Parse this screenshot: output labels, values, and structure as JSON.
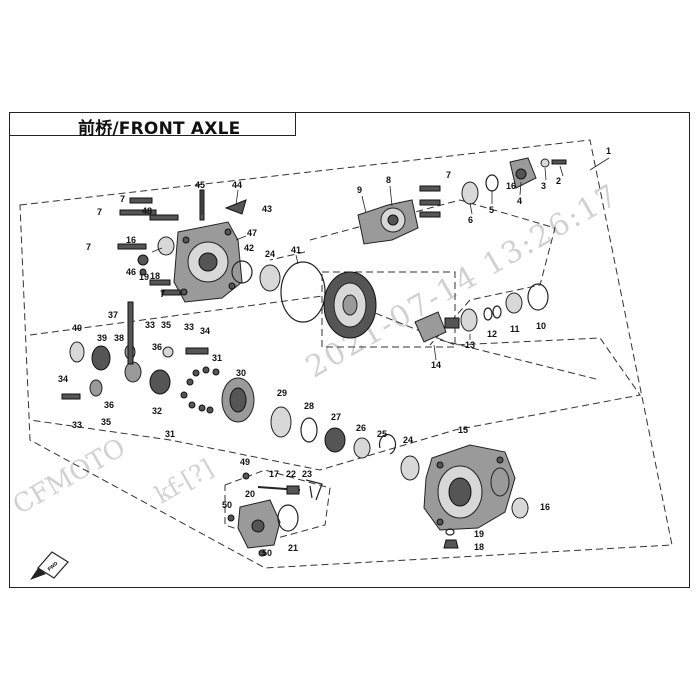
{
  "header": {
    "title": "前桥/FRONT AXLE"
  },
  "watermark": {
    "brand": "CFMOTO",
    "model": "kf-[?]",
    "stamp": "2021-07-14  13:26:17"
  },
  "direction_badge": {
    "label": "FWD"
  },
  "callouts": [
    {
      "id": "c1",
      "label": "1"
    },
    {
      "id": "c2",
      "label": "2"
    },
    {
      "id": "c3",
      "label": "3"
    },
    {
      "id": "c4",
      "label": "4"
    },
    {
      "id": "c5",
      "label": "5"
    },
    {
      "id": "c6",
      "label": "6"
    },
    {
      "id": "c7a",
      "label": "7"
    },
    {
      "id": "c8",
      "label": "8"
    },
    {
      "id": "c9",
      "label": "9"
    },
    {
      "id": "c10",
      "label": "10"
    },
    {
      "id": "c11",
      "label": "11"
    },
    {
      "id": "c12",
      "label": "12"
    },
    {
      "id": "c13",
      "label": "13"
    },
    {
      "id": "c14",
      "label": "14"
    },
    {
      "id": "c15",
      "label": "15"
    },
    {
      "id": "c16a",
      "label": "16"
    },
    {
      "id": "c7b",
      "label": "7"
    },
    {
      "id": "c7c",
      "label": "7"
    },
    {
      "id": "c7d",
      "label": "7"
    },
    {
      "id": "c7e",
      "label": "7"
    },
    {
      "id": "c45",
      "label": "45"
    },
    {
      "id": "c44",
      "label": "44"
    },
    {
      "id": "c43",
      "label": "43"
    },
    {
      "id": "c48",
      "label": "48"
    },
    {
      "id": "c47",
      "label": "47"
    },
    {
      "id": "c16b",
      "label": "16"
    },
    {
      "id": "c46",
      "label": "46"
    },
    {
      "id": "c19a",
      "label": "19"
    },
    {
      "id": "c18a",
      "label": "18"
    },
    {
      "id": "c42",
      "label": "42"
    },
    {
      "id": "c24a",
      "label": "24"
    },
    {
      "id": "c41",
      "label": "41"
    },
    {
      "id": "c37",
      "label": "37"
    },
    {
      "id": "c33a",
      "label": "33"
    },
    {
      "id": "c33b",
      "label": "33"
    },
    {
      "id": "c35a",
      "label": "35"
    },
    {
      "id": "c34a",
      "label": "34"
    },
    {
      "id": "c40",
      "label": "40"
    },
    {
      "id": "c39",
      "label": "39"
    },
    {
      "id": "c38",
      "label": "38"
    },
    {
      "id": "c36a",
      "label": "36"
    },
    {
      "id": "c31a",
      "label": "31"
    },
    {
      "id": "c34b",
      "label": "34"
    },
    {
      "id": "c36b",
      "label": "36"
    },
    {
      "id": "c32",
      "label": "32"
    },
    {
      "id": "c33c",
      "label": "33"
    },
    {
      "id": "c35b",
      "label": "35"
    },
    {
      "id": "c31b",
      "label": "31"
    },
    {
      "id": "c30",
      "label": "30"
    },
    {
      "id": "c29",
      "label": "29"
    },
    {
      "id": "c28",
      "label": "28"
    },
    {
      "id": "c27",
      "label": "27"
    },
    {
      "id": "c26",
      "label": "26"
    },
    {
      "id": "c25",
      "label": "25"
    },
    {
      "id": "c24b",
      "label": "24"
    },
    {
      "id": "c49",
      "label": "49"
    },
    {
      "id": "c17",
      "label": "17"
    },
    {
      "id": "c22",
      "label": "22"
    },
    {
      "id": "c23",
      "label": "23"
    },
    {
      "id": "c20",
      "label": "20"
    },
    {
      "id": "c50a",
      "label": "50"
    },
    {
      "id": "c50b",
      "label": "50"
    },
    {
      "id": "c21",
      "label": "21"
    },
    {
      "id": "c19b",
      "label": "19"
    },
    {
      "id": "c18b",
      "label": "18"
    },
    {
      "id": "c16c",
      "label": "16"
    }
  ]
}
